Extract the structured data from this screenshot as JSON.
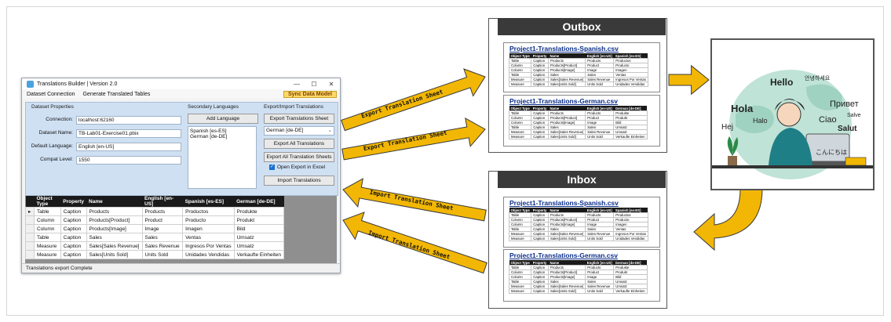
{
  "app": {
    "title": "Translations Builder | Version 2.0",
    "window_controls": [
      "—",
      "☐",
      "✕"
    ],
    "menu": [
      "Dataset Connection",
      "Generate Translated Tables"
    ],
    "sync_button": "Sync Data Model",
    "dataset_properties": {
      "title": "Dataset Properties",
      "connection_label": "Connection:",
      "connection_value": "localhost:62160",
      "dataset_name_label": "Dataset Name:",
      "dataset_name_value": "TB-Lab01-Exercise01.pbix",
      "default_language_label": "Default Language:",
      "default_language_value": "English [en-US]",
      "compat_level_label": "Compat Level:",
      "compat_level_value": "1550"
    },
    "secondary_languages": {
      "title": "Secondary Languages",
      "add_button": "Add Language",
      "languages": [
        "Spanish [es-ES]",
        "German [de-DE]"
      ]
    },
    "export_import": {
      "title": "Export/Import Translations",
      "export_sheet_button": "Export Translations Sheet",
      "selected_language": "German [de-DE]",
      "export_all_button": "Export All Translations",
      "export_all_sheets_button": "Export All Translation Sheets",
      "open_excel_label": "Open Export in Excel",
      "import_button": "Import Translations"
    },
    "grid": {
      "columns": [
        "Object Type",
        "Property",
        "Name",
        "English [en-US]",
        "Spanish [es-ES]",
        "German [de-DE]"
      ],
      "rows": [
        [
          "Table",
          "Caption",
          "Products",
          "Products",
          "Productos",
          "Produkte"
        ],
        [
          "Column",
          "Caption",
          "Products[Product]",
          "Product",
          "Producto",
          "Produkt"
        ],
        [
          "Column",
          "Caption",
          "Products[Image]",
          "Image",
          "Imagen",
          "Bild"
        ],
        [
          "Table",
          "Caption",
          "Sales",
          "Sales",
          "Ventas",
          "Umsatz"
        ],
        [
          "Measure",
          "Caption",
          "Sales[Sales Revenue]",
          "Sales Revenue",
          "Ingresos Por Ventas",
          "Umsatz"
        ],
        [
          "Measure",
          "Caption",
          "Sales[Units Sold]",
          "Units Sold",
          "Unidades Vendidas",
          "Verkaufte Einheiten"
        ]
      ]
    },
    "status": "Translations export Complete"
  },
  "arrows": {
    "export1": "Export Translation Sheet",
    "export2": "Export Translation Sheet",
    "import1": "Import Translation Sheet",
    "import2": "Import Translation Sheet"
  },
  "outbox": {
    "title": "Outbox",
    "cards": [
      {
        "title": "Project1-Translations-Spanish.csv",
        "columns": [
          "Object Type",
          "Property",
          "Name",
          "English [en-US]",
          "Spanish [es-ES]"
        ],
        "rows": [
          [
            "Table",
            "Caption",
            "Products",
            "Products",
            "Productos"
          ],
          [
            "Column",
            "Caption",
            "Products[Product]",
            "Product",
            "Producto"
          ],
          [
            "Column",
            "Caption",
            "Products[Image]",
            "Image",
            "Imagen"
          ],
          [
            "Table",
            "Caption",
            "Sales",
            "Sales",
            "Ventas"
          ],
          [
            "Measure",
            "Caption",
            "Sales[Sales Revenue]",
            "Sales Revenue",
            "Ingresos Por Ventas"
          ],
          [
            "Measure",
            "Caption",
            "Sales[Units Sold]",
            "Units Sold",
            "Unidades Vendidas"
          ]
        ]
      },
      {
        "title": "Project1-Translations-German.csv",
        "columns": [
          "Object Type",
          "Property",
          "Name",
          "English [en-US]",
          "German [de-DE]"
        ],
        "rows": [
          [
            "Table",
            "Caption",
            "Products",
            "Products",
            "Produkte"
          ],
          [
            "Column",
            "Caption",
            "Products[Product]",
            "Product",
            "Produkt"
          ],
          [
            "Column",
            "Caption",
            "Products[Image]",
            "Image",
            "Bild"
          ],
          [
            "Table",
            "Caption",
            "Sales",
            "Sales",
            "Umsatz"
          ],
          [
            "Measure",
            "Caption",
            "Sales[Sales Revenue]",
            "Sales Revenue",
            "Umsatz"
          ],
          [
            "Measure",
            "Caption",
            "Sales[Units Sold]",
            "Units Sold",
            "Verkaufte Einheiten"
          ]
        ]
      }
    ]
  },
  "inbox": {
    "title": "Inbox",
    "cards": [
      {
        "title": "Project1-Translations-Spanish.csv",
        "columns": [
          "Object Type",
          "Property",
          "Name",
          "English [en-US]",
          "Spanish [es-ES]"
        ],
        "rows": [
          [
            "Table",
            "Caption",
            "Products",
            "Products",
            "Productos"
          ],
          [
            "Column",
            "Caption",
            "Products[Product]",
            "Product",
            "Producto"
          ],
          [
            "Column",
            "Caption",
            "Products[Image]",
            "Image",
            "Imagen"
          ],
          [
            "Table",
            "Caption",
            "Sales",
            "Sales",
            "Ventas"
          ],
          [
            "Measure",
            "Caption",
            "Sales[Sales Revenue]",
            "Sales Revenue",
            "Ingresos Por Ventas"
          ],
          [
            "Measure",
            "Caption",
            "Sales[Units Sold]",
            "Units Sold",
            "Unidades Vendidas"
          ]
        ]
      },
      {
        "title": "Project1-Translations-German.csv",
        "columns": [
          "Object Type",
          "Property",
          "Name",
          "English [en-US]",
          "German [de-DE]"
        ],
        "rows": [
          [
            "Table",
            "Caption",
            "Products",
            "Products",
            "Produkte"
          ],
          [
            "Column",
            "Caption",
            "Products[Product]",
            "Product",
            "Produkt"
          ],
          [
            "Column",
            "Caption",
            "Products[Image]",
            "Image",
            "Bild"
          ],
          [
            "Table",
            "Caption",
            "Sales",
            "Sales",
            "Umsatz"
          ],
          [
            "Measure",
            "Caption",
            "Sales[Sales Revenue]",
            "Sales Revenue",
            "Umsatz"
          ],
          [
            "Measure",
            "Caption",
            "Sales[Units Sold]",
            "Units Sold",
            "Verkaufte Einheiten"
          ]
        ]
      }
    ]
  },
  "illustration": {
    "greetings": [
      "Hello",
      "안녕하세요",
      "Hola",
      "Halo",
      "Hej",
      "Привет",
      "Ciao",
      "Salve",
      "Salut",
      "こんにちは"
    ]
  },
  "colors": {
    "arrow": "#f2b705",
    "arrow_stroke": "#3a3a3a",
    "box_header": "#3a3a3a",
    "panel": "#cfe0f3",
    "sync_button": "#ffd966",
    "globe": "#bfe3d6"
  }
}
